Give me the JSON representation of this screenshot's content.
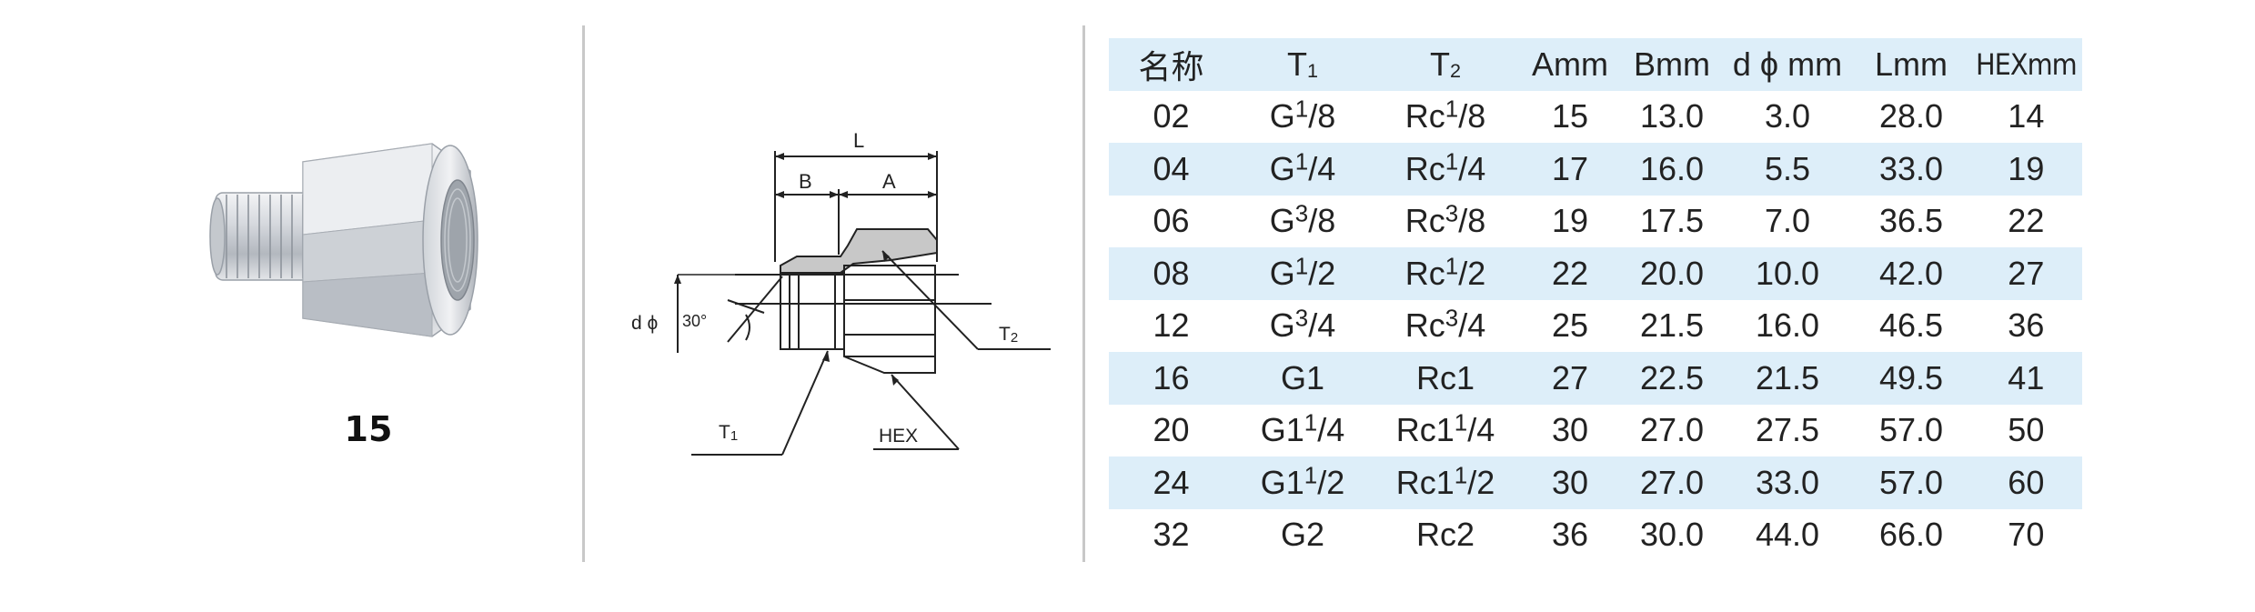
{
  "product": {
    "model_number": "15"
  },
  "drawing_labels": {
    "L": "L",
    "B": "B",
    "A": "A",
    "d_phi": "d ϕ",
    "angle": "30°",
    "T2": "T2",
    "T1": "T1",
    "HEX": "HEX"
  },
  "table": {
    "headers": [
      "名称",
      "T1",
      "T2",
      "Amm",
      "Bmm",
      "d ϕ mm",
      "Lmm",
      "HEXmm"
    ],
    "rows": [
      [
        "02",
        "G1/8",
        "Rc1/8",
        "15",
        "13.0",
        "3.0",
        "28.0",
        "14"
      ],
      [
        "04",
        "G1/4",
        "Rc1/4",
        "17",
        "16.0",
        "5.5",
        "33.0",
        "19"
      ],
      [
        "06",
        "G3/8",
        "Rc3/8",
        "19",
        "17.5",
        "7.0",
        "36.5",
        "22"
      ],
      [
        "08",
        "G1/2",
        "Rc1/2",
        "22",
        "20.0",
        "10.0",
        "42.0",
        "27"
      ],
      [
        "12",
        "G3/4",
        "Rc3/4",
        "25",
        "21.5",
        "16.0",
        "46.5",
        "36"
      ],
      [
        "16",
        "G1",
        "Rc1",
        "27",
        "22.5",
        "21.5",
        "49.5",
        "41"
      ],
      [
        "20",
        "G11/4",
        "Rc11/4",
        "30",
        "27.0",
        "27.5",
        "57.0",
        "50"
      ],
      [
        "24",
        "G11/2",
        "Rc11/2",
        "30",
        "27.0",
        "33.0",
        "57.0",
        "60"
      ],
      [
        "32",
        "G2",
        "Rc2",
        "36",
        "30.0",
        "44.0",
        "66.0",
        "70"
      ]
    ]
  }
}
